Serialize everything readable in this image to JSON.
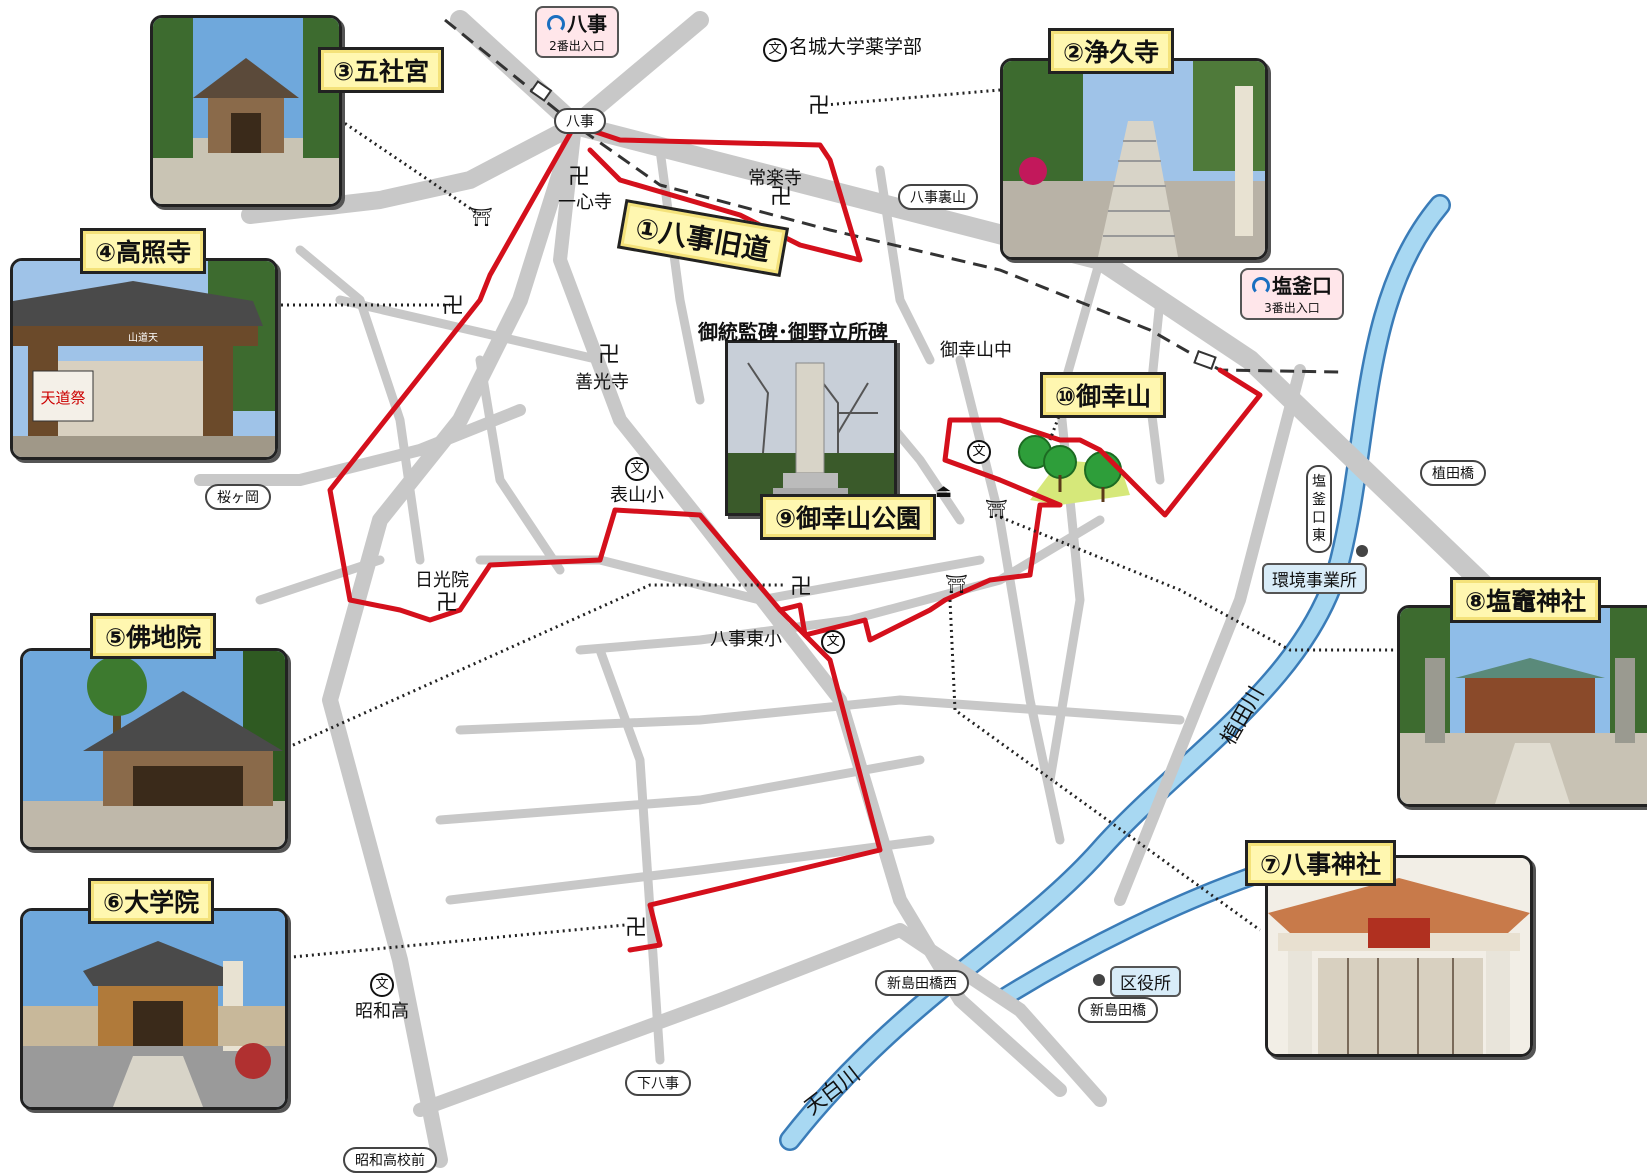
{
  "route_title": "①八事旧道",
  "spots": [
    {
      "id": "spot-2",
      "label": "②浄久寺"
    },
    {
      "id": "spot-3",
      "label": "③五社宮"
    },
    {
      "id": "spot-4",
      "label": "④高照寺"
    },
    {
      "id": "spot-5",
      "label": "⑤佛地院"
    },
    {
      "id": "spot-6",
      "label": "⑥大学院"
    },
    {
      "id": "spot-7",
      "label": "⑦八事神社"
    },
    {
      "id": "spot-8",
      "label": "⑧塩竈神社"
    },
    {
      "id": "spot-9",
      "label": "⑨御幸山公園"
    },
    {
      "id": "spot-10",
      "label": "⑩御幸山"
    }
  ],
  "monument_label": "御統監碑･御野立所碑",
  "photo_signs": {
    "tenchisai": "天道祭",
    "gate_plaque": "山道天"
  },
  "stations": [
    {
      "name": "八事",
      "exit": "2番出入口"
    },
    {
      "name": "塩釜口",
      "exit": "3番出入口"
    }
  ],
  "intersections": {
    "yagoto": "八事",
    "yagoto_urayama": "八事裏山",
    "sakuragaoka": "桜ヶ岡",
    "shiogamaguchi_higashi": "塩釜口東",
    "uedabashi": "植田橋",
    "shinshimadabashi_nishi": "新島田橋西",
    "shinshimadabashi": "新島田橋",
    "shimo_yagoto": "下八事",
    "showa_koko_mae": "昭和高校前"
  },
  "temples": {
    "isshinji": "一心寺",
    "jorakuji": "常楽寺",
    "zenkoji": "善光寺",
    "nikkoin": "日光院"
  },
  "schools": {
    "meijo_pharmacy": "名城大学薬学部",
    "omoteyama_line1": "表山小",
    "yagoto_higashi": "八事東小",
    "miyukiyama_chu": "御幸山中",
    "showa_line1": "昭和高"
  },
  "facilities": {
    "kankyo": "環境事業所",
    "kuyakusho": "区役所"
  },
  "rivers": {
    "ueda": "植田川",
    "tempaku": "天白川"
  },
  "symbols": {
    "school": "文",
    "temple": "卍",
    "shrine": "⛩",
    "monument": "⏏"
  },
  "colors": {
    "route": "#d4101c",
    "road": "#c8c8c8",
    "river": "#9fd3f0",
    "tag_fill": "#fff7b0",
    "station_fill": "#ffe6ea",
    "metro": "#1a6fc0"
  }
}
